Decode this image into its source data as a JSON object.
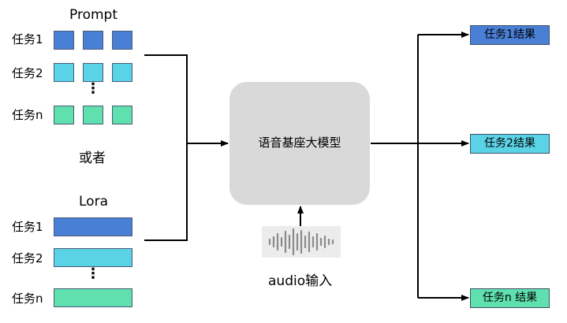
{
  "prompt_title": "Prompt",
  "or_text": "或者",
  "lora_title": "Lora",
  "prompt_rows": [
    {
      "label": "任务1",
      "color": "#4a7fd6"
    },
    {
      "label": "任务2",
      "color": "#5bd3e6"
    },
    {
      "label": "任务n",
      "color": "#5fe0ae"
    }
  ],
  "lora_rows": [
    {
      "label": "任务1",
      "color": "#4a7fd6"
    },
    {
      "label": "任务2",
      "color": "#5bd3e6"
    },
    {
      "label": "任务n",
      "color": "#5fe0ae"
    }
  ],
  "ellipsis": "⋮",
  "center": {
    "label": "语音基座大模型",
    "fill": "#d9d9d9"
  },
  "audio": {
    "label": "audio输入",
    "icon": "waveform-icon"
  },
  "results": [
    {
      "label": "任务1结果",
      "color": "#4a7fd6"
    },
    {
      "label": "任务2结果",
      "color": "#5bd3e6"
    },
    {
      "label": "任务n 结果",
      "color": "#5fe0ae"
    }
  ]
}
